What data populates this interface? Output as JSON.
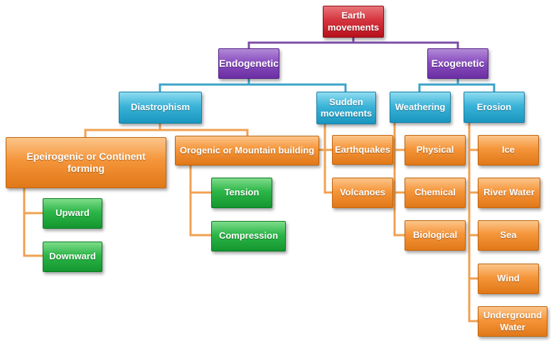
{
  "root": "Earth movements",
  "endogenetic": {
    "label": "Endogenetic",
    "diastrophism": {
      "label": "Diastrophism",
      "epeirogenic": {
        "label": "Epeirogenic or Continent forming",
        "items": [
          "Upward",
          "Downward"
        ]
      },
      "orogenic": {
        "label": "Orogenic or Mountain building",
        "items": [
          "Tension",
          "Compression"
        ]
      }
    },
    "sudden": {
      "label": "Sudden movements",
      "items": [
        "Earthquakes",
        "Volcanoes"
      ]
    }
  },
  "exogenetic": {
    "label": "Exogenetic",
    "weathering": {
      "label": "Weathering",
      "items": [
        "Physical",
        "Chemical",
        "Biological"
      ]
    },
    "erosion": {
      "label": "Erosion",
      "items": [
        "Ice",
        "River Water",
        "Sea",
        "Wind",
        "Underground Water"
      ]
    }
  },
  "colors": {
    "root": "#c8242e",
    "level1": "#8a4fc0",
    "level2": "#2aa7d0",
    "leaf_orange": "#f28a2e",
    "leaf_green": "#22b04a",
    "connector_purple": "#7b4fa8",
    "connector_blue": "#3ba3c8",
    "connector_orange": "#f0a050"
  }
}
